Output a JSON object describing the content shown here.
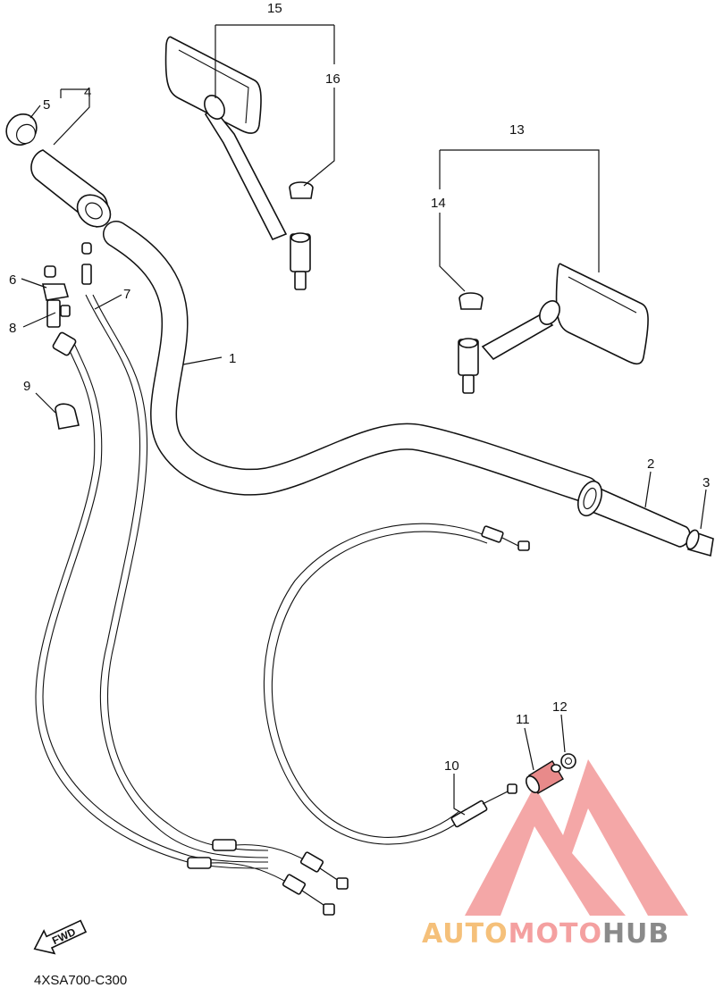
{
  "diagram": {
    "callouts": [
      {
        "id": "c1",
        "label": "1"
      },
      {
        "id": "c2",
        "label": "2"
      },
      {
        "id": "c3",
        "label": "3"
      },
      {
        "id": "c4",
        "label": "4"
      },
      {
        "id": "c5",
        "label": "5"
      },
      {
        "id": "c6",
        "label": "6"
      },
      {
        "id": "c7",
        "label": "7"
      },
      {
        "id": "c8",
        "label": "8"
      },
      {
        "id": "c9",
        "label": "9"
      },
      {
        "id": "c10",
        "label": "10"
      },
      {
        "id": "c11",
        "label": "11"
      },
      {
        "id": "c12",
        "label": "12"
      },
      {
        "id": "c13",
        "label": "13"
      },
      {
        "id": "c14",
        "label": "14"
      },
      {
        "id": "c15",
        "label": "15"
      },
      {
        "id": "c16",
        "label": "16"
      }
    ],
    "fwd_label": "FWD",
    "diagram_code": "4XSA700-C300"
  },
  "watermark": {
    "text_part1": "AUTO",
    "text_part2": "MOTO",
    "text_part3": "HUB",
    "color_part1": "#f5c07a",
    "color_part2": "#f4a0a0",
    "color_part3": "#8a8a8a",
    "logo_color": "#f08a8a"
  }
}
